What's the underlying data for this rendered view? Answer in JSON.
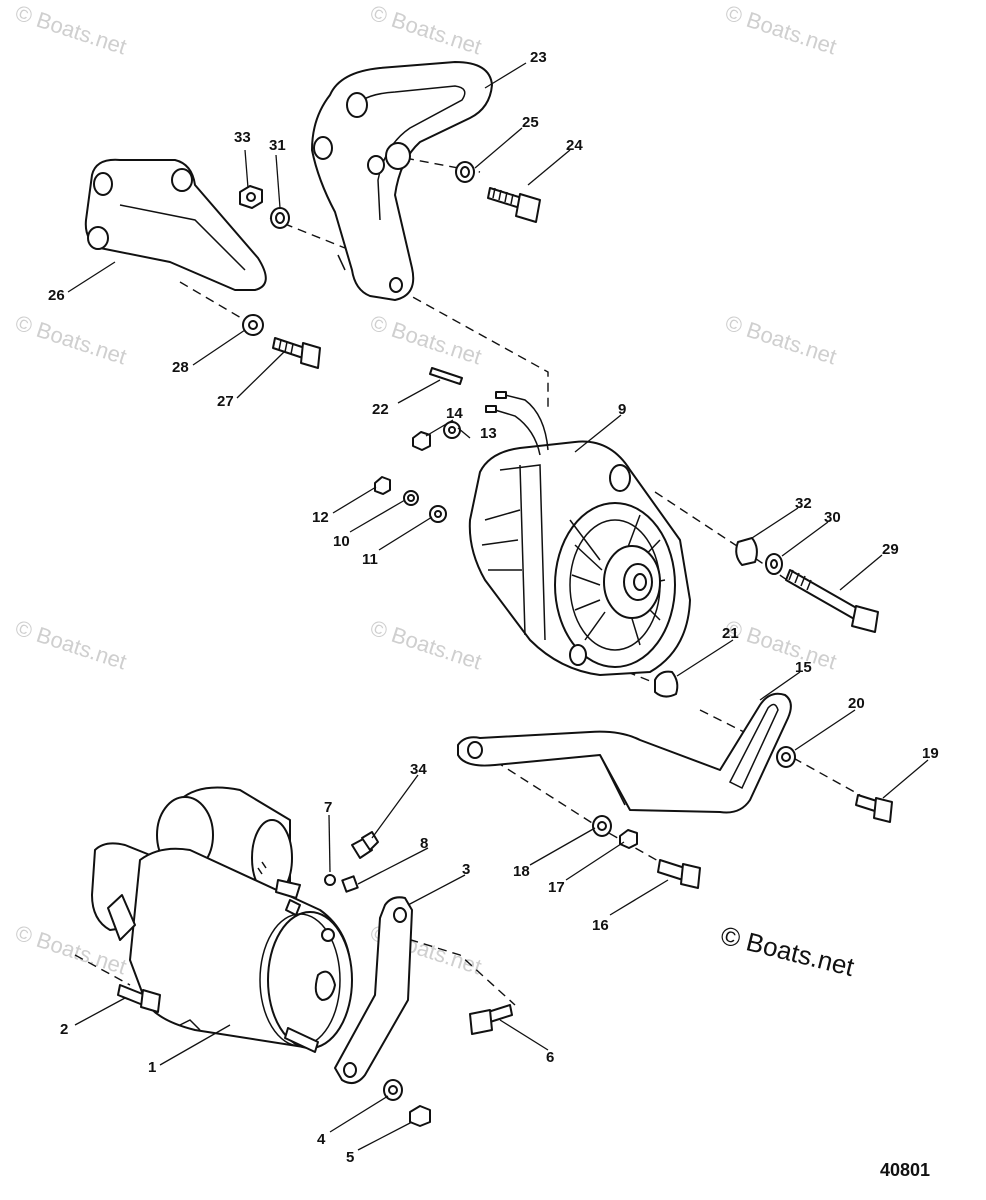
{
  "watermark": "© Boats.net",
  "copyright": "© Boats.net",
  "figure_number": "40801",
  "callouts": [
    "1",
    "2",
    "3",
    "4",
    "5",
    "6",
    "7",
    "8",
    "9",
    "10",
    "11",
    "12",
    "13",
    "14",
    "15",
    "16",
    "17",
    "18",
    "19",
    "20",
    "21",
    "22",
    "23",
    "24",
    "25",
    "26",
    "27",
    "28",
    "29",
    "30",
    "31",
    "32",
    "33",
    "34"
  ]
}
